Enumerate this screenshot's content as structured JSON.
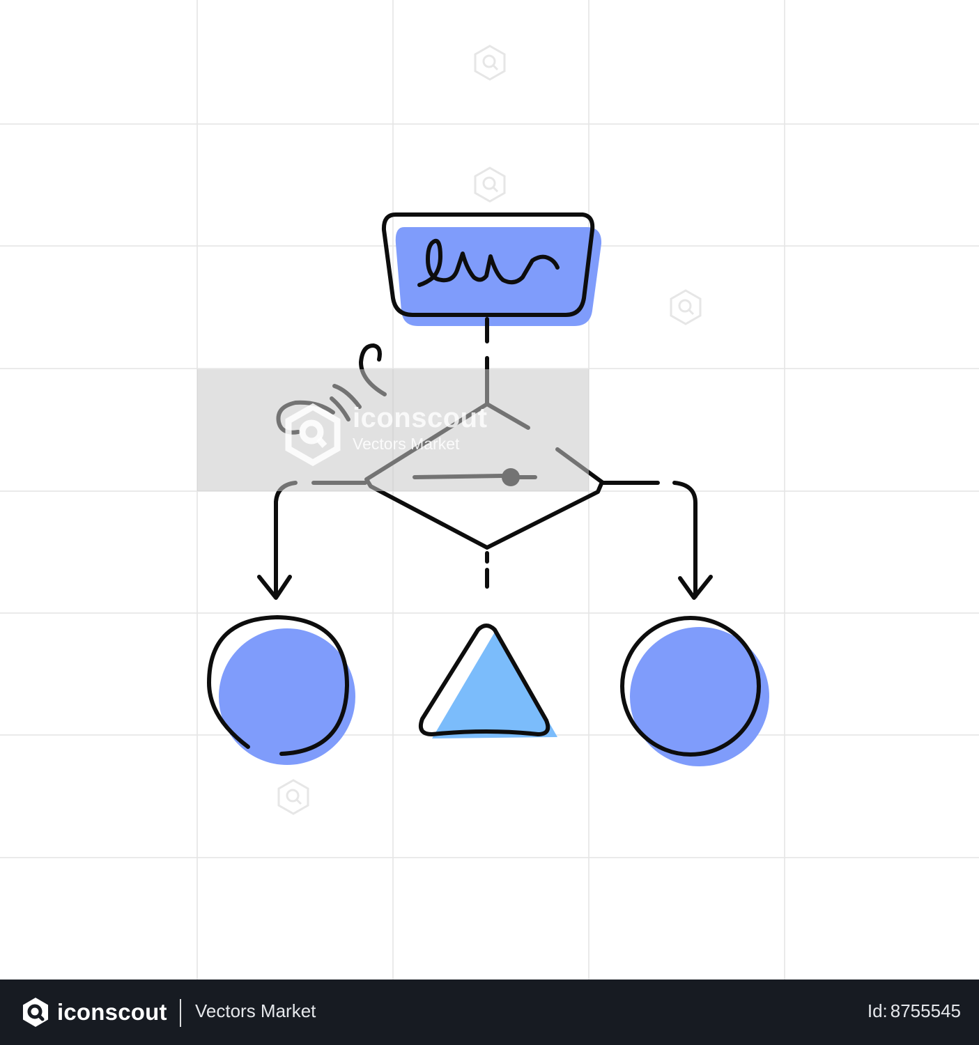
{
  "colors": {
    "fill_blue": "#7f9cfb",
    "fill_light_blue": "#7bbcfb",
    "stroke": "#0d0d0d",
    "grid": "#e4e4e4",
    "footer_bg": "#171b22",
    "watermark_band": "#d2d2d2"
  },
  "diagram": {
    "nodes": [
      {
        "id": "start",
        "shape": "rounded-rectangle",
        "content": "scribble-icon"
      },
      {
        "id": "decision",
        "shape": "diamond",
        "content": "slider-icon"
      },
      {
        "id": "left",
        "shape": "circle"
      },
      {
        "id": "middle",
        "shape": "triangle"
      },
      {
        "id": "right",
        "shape": "circle"
      }
    ],
    "edges": [
      {
        "from": "start",
        "to": "decision",
        "style": "dashed"
      },
      {
        "from": "decision",
        "to": "left",
        "style": "dashed-arrow"
      },
      {
        "from": "decision",
        "to": "middle",
        "style": "dashed"
      },
      {
        "from": "decision",
        "to": "right",
        "style": "dashed-arrow"
      }
    ]
  },
  "watermark": {
    "brand": "iconscout",
    "author": "Vectors Market"
  },
  "footer": {
    "brand": "iconscout",
    "author": "Vectors Market",
    "id_label": "Id:",
    "id_value": "8755545"
  }
}
